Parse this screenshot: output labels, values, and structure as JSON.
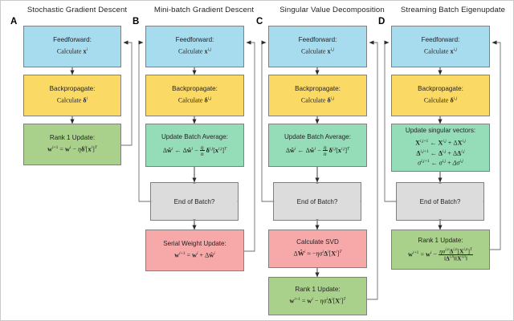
{
  "figure": {
    "type": "flowchart",
    "panels": [
      {
        "letter": "A",
        "title": "Stochastic Gradient Descent",
        "nodes": [
          {
            "name": "feedforward",
            "shape": "rect",
            "color": "#a6dcee",
            "line1": "Feedforward:",
            "line2": "Calculate x<sup>i</sup>"
          },
          {
            "name": "backpropagate",
            "shape": "rect",
            "color": "#fad964",
            "line1": "Backpropagate:",
            "line2": "Calculate δ<sup>i</sup>"
          },
          {
            "name": "rank-1-update",
            "shape": "rect",
            "color": "#a9d18b",
            "line1": "Rank 1 Update:",
            "line2": "w<sup>i+1</sup> = w<sup>i</sup> − ηδ<sup>i</sup>[x<sup>i</sup>]<sup>T</sup>"
          }
        ]
      },
      {
        "letter": "B",
        "title": "Mini-batch Gradient Descent",
        "nodes": [
          {
            "name": "feedforward",
            "shape": "rect",
            "color": "#a6dcee",
            "line1": "Feedforward:",
            "line2": "Calculate x<sup>i,j</sup>"
          },
          {
            "name": "backpropagate",
            "shape": "rect",
            "color": "#fad964",
            "line1": "Backpropagate:",
            "line2": "Calculate δ<sup>i,j</sup>"
          },
          {
            "name": "update-batch-average",
            "shape": "rect",
            "color": "#95ddb9",
            "line1": "Update Batch Average:",
            "line2": "Δŵ<sup>i</sup> ← Δŵ<sup>i</sup> − (η/n)δ<sup>i,j</sup>[x<sup>i,j</sup>]<sup>T</sup>"
          },
          {
            "name": "end-of-batch",
            "shape": "diamond",
            "color": "#dcdcdc",
            "line1": "End of Batch?"
          },
          {
            "name": "serial-weight-update",
            "shape": "rect",
            "color": "#f7a8a8",
            "line1": "Serial Weight Update:",
            "line2": "w<sup>i+1</sup> = w<sup>i</sup> + Δŵ<sup>i</sup>"
          }
        ]
      },
      {
        "letter": "C",
        "title": "Singular Value Decomposition",
        "nodes": [
          {
            "name": "feedforward",
            "shape": "rect",
            "color": "#a6dcee",
            "line1": "Feedforward:",
            "line2": "Calculate x<sup>i,j</sup>"
          },
          {
            "name": "backpropagate",
            "shape": "rect",
            "color": "#fad964",
            "line1": "Backpropagate:",
            "line2": "Calculate δ<sup>i,j</sup>"
          },
          {
            "name": "update-batch-average",
            "shape": "rect",
            "color": "#95ddb9",
            "line1": "Update Batch Average:",
            "line2": "Δŵ<sup>i</sup> ← Δŵ<sup>i</sup> − (η/n)δ<sup>i,j</sup>[x<sup>i,j</sup>]<sup>T</sup>"
          },
          {
            "name": "end-of-batch",
            "shape": "diamond",
            "color": "#dcdcdc",
            "line1": "End of Batch?"
          },
          {
            "name": "calculate-svd",
            "shape": "rect",
            "color": "#f7a8a8",
            "line1": "Calculate SVD",
            "line2": "ΔŴ<sup>i</sup> ≈ −ησ<sup>i</sup>Δ<sup>i</sup>[X<sup>i</sup>]<sup>T</sup>"
          },
          {
            "name": "rank-1-update",
            "shape": "rect",
            "color": "#a9d18b",
            "line1": "Rank 1 Update:",
            "line2": "w<sup>i+1</sup> = w<sup>i</sup> − ησ<sup>i</sup>Δ<sup>i</sup>[X<sup>i</sup>]<sup>T</sup>"
          }
        ]
      },
      {
        "letter": "D",
        "title": "Streaming Batch Eigenupdate",
        "nodes": [
          {
            "name": "feedforward",
            "shape": "rect",
            "color": "#a6dcee",
            "line1": "Feedforward:",
            "line2": "Calculate x<sup>i,j</sup>"
          },
          {
            "name": "backpropagate",
            "shape": "rect",
            "color": "#fad964",
            "line1": "Backpropagate:",
            "line2": "Calculate δ<sup>i,j</sup>"
          },
          {
            "name": "update-singular-vectors",
            "shape": "rect",
            "color": "#95ddb9",
            "line1": "Update singular vectors:",
            "line2": "X<sup>i,j+1</sup> ← X<sup>i,j</sup> + ΔX<sup>i,j</sup>"
          },
          {
            "name": "end-of-batch",
            "shape": "diamond",
            "color": "#dcdcdc",
            "line1": "End of Batch?"
          },
          {
            "name": "rank-1-update",
            "shape": "rect",
            "color": "#a9d18b",
            "line1": "Rank 1 Update:",
            "line2": "w<sup>i+1</sup> = w<sup>i</sup> − ησΔ[X]ᵀ / (‖Δ‖‖X‖)"
          }
        ]
      }
    ],
    "labels": {
      "feedforward_title": "Feedforward:",
      "backpropagate_title": "Backpropagate:",
      "rank1_title": "Rank 1 Update:",
      "batch_avg_title": "Update Batch Average:",
      "singular_title": "Update singular vectors:",
      "end_of_batch": "End of Batch?",
      "serial_title": "Serial Weight Update:",
      "svd_title": "Calculate SVD",
      "calc_x_i": "Calculate x",
      "calc_delta_i": "Calculate δ",
      "sup_i": "i",
      "sup_ij": "i,j"
    },
    "colors": {
      "blue": "#a6dcee",
      "yellow": "#fad964",
      "mint": "#95ddb9",
      "green": "#a9d18b",
      "pink": "#f7a8a8",
      "gray": "#dcdcdc",
      "stroke": "#808080",
      "wire": "#58595b",
      "text": "#231f20"
    }
  }
}
